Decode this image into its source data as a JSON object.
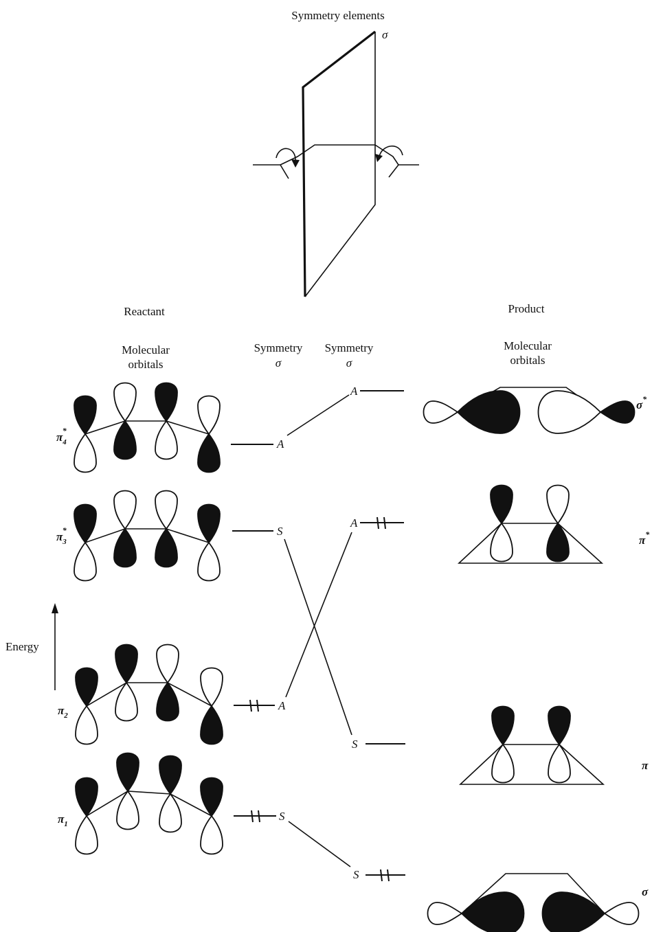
{
  "header": {
    "symmetry_elements": "Symmetry elements",
    "sigma_plane": "σ"
  },
  "columns": {
    "reactant": "Reactant",
    "reactant_mo_line1": "Molecular",
    "reactant_mo_line2": "orbitals",
    "sym1_line1": "Symmetry",
    "sym1_line2": "σ",
    "sym2_line1": "Symmetry",
    "sym2_line2": "σ",
    "product": "Product",
    "product_mo_line1": "Molecular",
    "product_mo_line2": "orbitals"
  },
  "axis": {
    "energy": "Energy"
  },
  "reactant_orbitals": [
    {
      "symbol": "π",
      "subscript": "4",
      "star": "*",
      "symmetry": "A",
      "electrons": ""
    },
    {
      "symbol": "π",
      "subscript": "3",
      "star": "*",
      "symmetry": "S",
      "electrons": ""
    },
    {
      "symbol": "π",
      "subscript": "2",
      "star": "",
      "symmetry": "A",
      "electrons": "pair"
    },
    {
      "symbol": "π",
      "subscript": "1",
      "star": "",
      "symmetry": "S",
      "electrons": "pair"
    }
  ],
  "product_orbitals": [
    {
      "symbol": "σ",
      "star": "*",
      "symmetry": "A",
      "electrons": ""
    },
    {
      "symbol": "π",
      "star": "*",
      "symmetry": "A",
      "electrons": "pair"
    },
    {
      "symbol": "π",
      "star": "",
      "symmetry": "S",
      "electrons": ""
    },
    {
      "symbol": "σ",
      "star": "",
      "symmetry": "S",
      "electrons": "pair"
    }
  ]
}
